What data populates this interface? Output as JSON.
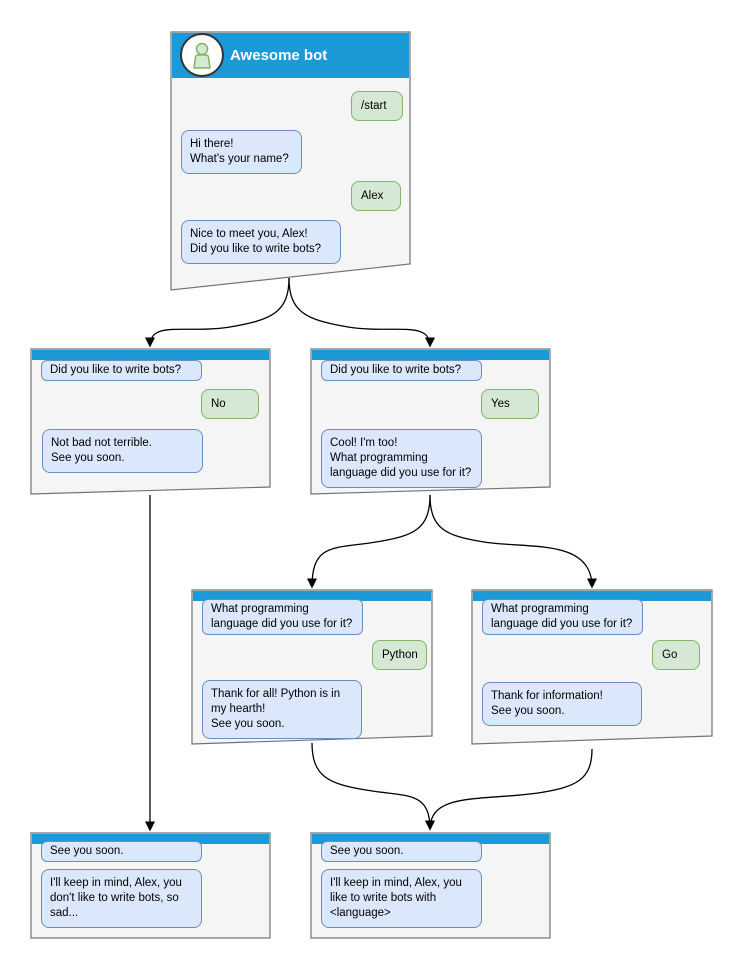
{
  "diagram": {
    "root": {
      "title": "Awesome bot",
      "user_start": "/start",
      "bot_greeting": "Hi there!\nWhat's your name?",
      "user_name": "Alex",
      "bot_question": "Nice to meet you, Alex!\nDid you like to write bots?"
    },
    "no_branch": {
      "context": "Did you like to write bots?",
      "user_answer": "No",
      "bot_reply": "Not bad not terrible.\nSee you soon."
    },
    "yes_branch": {
      "context": "Did you like to write bots?",
      "user_answer": "Yes",
      "bot_reply": "Cool! I'm too!\nWhat programming\nlanguage did you use for it?"
    },
    "python_branch": {
      "context": "What programming\nlanguage did you use for it?",
      "user_answer": "Python",
      "bot_reply": "Thank for all! Python is in\nmy hearth!\nSee you soon."
    },
    "go_branch": {
      "context": "What programming\nlanguage did you use for it?",
      "user_answer": "Go",
      "bot_reply": "Thank for information!\nSee you soon."
    },
    "end_no": {
      "context": "See you soon.",
      "bot_reply": "I'll keep in mind, Alex, you\ndon't like to write bots, so\nsad..."
    },
    "end_yes": {
      "context": "See you soon.",
      "bot_reply": "I'll keep in mind, Alex, you\nlike to write bots with\n<language>"
    }
  },
  "colors": {
    "header_blue": "#1c9ad8",
    "card_bg": "#f5f5f5",
    "card_border": "#737373",
    "bot_bubble_bg": "#dbe8fc",
    "bot_bubble_border": "#6c8ebf",
    "user_bubble_bg": "#d5e8d4",
    "user_bubble_border": "#82b366",
    "connector": "#000000",
    "canvas_bg": "#ffffff"
  }
}
